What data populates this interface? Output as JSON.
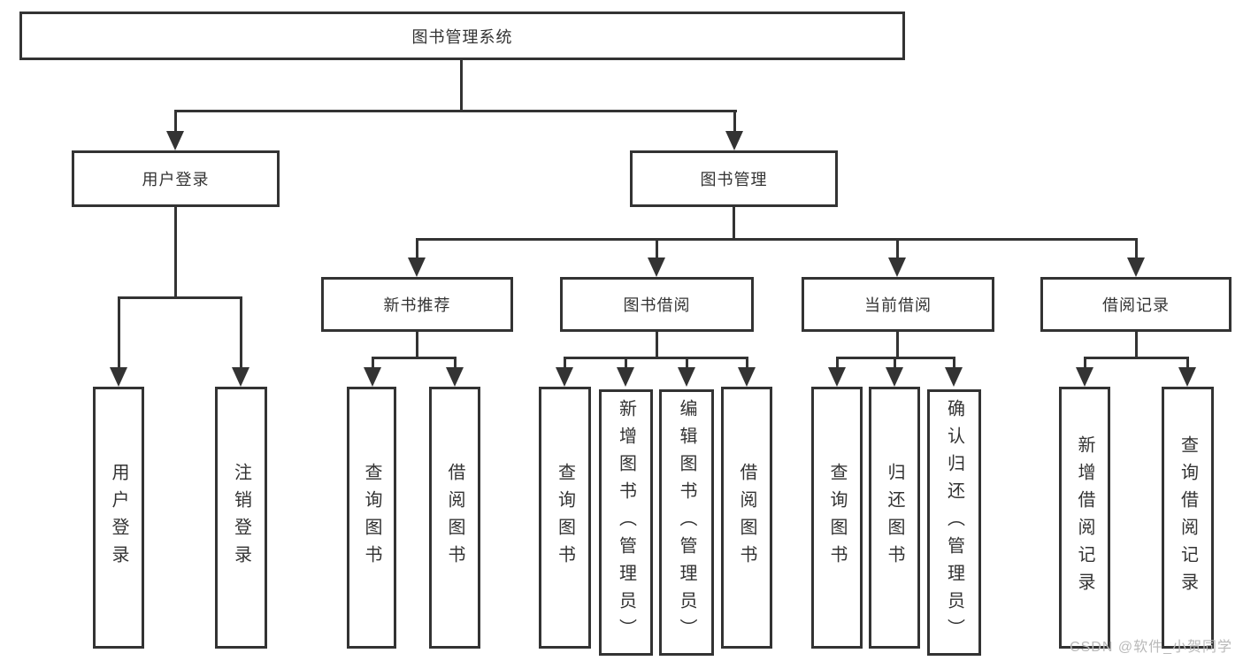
{
  "watermark": "CSDN @软件_小贺同学",
  "colors": {
    "line": "#333333",
    "text": "#333333",
    "watermark_text": "#b9b9b9",
    "background": "#ffffff"
  },
  "tree": {
    "root": "图书管理系统",
    "branches": [
      {
        "label": "用户登录",
        "children": [
          {
            "label": "用户登录"
          },
          {
            "label": "注销登录"
          }
        ]
      },
      {
        "label": "图书管理",
        "children": [
          {
            "label": "新书推荐",
            "children": [
              {
                "label": "查询图书"
              },
              {
                "label": "借阅图书"
              }
            ]
          },
          {
            "label": "图书借阅",
            "children": [
              {
                "label": "查询图书"
              },
              {
                "label": "新增图书（管理员）"
              },
              {
                "label": "编辑图书（管理员）"
              },
              {
                "label": "借阅图书"
              }
            ]
          },
          {
            "label": "当前借阅",
            "children": [
              {
                "label": "查询图书"
              },
              {
                "label": "归还图书"
              },
              {
                "label": "确认归还（管理员）"
              }
            ]
          },
          {
            "label": "借阅记录",
            "children": [
              {
                "label": "新增借阅记录"
              },
              {
                "label": "查询借阅记录"
              }
            ]
          }
        ]
      }
    ]
  }
}
